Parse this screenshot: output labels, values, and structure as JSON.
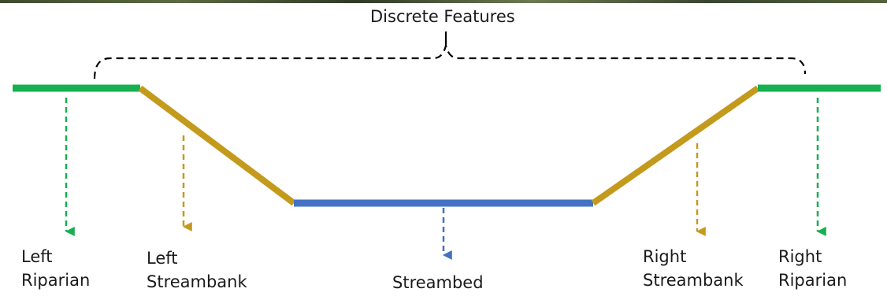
{
  "title": "Discrete Features",
  "features": {
    "left_riparian": {
      "line1": "Left",
      "line2": "Riparian"
    },
    "left_streambank": {
      "line1": "Left",
      "line2": "Streambank"
    },
    "streambed": {
      "line1": "Streambed"
    },
    "right_streambank": {
      "line1": "Right",
      "line2": "Streambank"
    },
    "right_riparian": {
      "line1": "Right",
      "line2": "Riparian"
    }
  },
  "colors": {
    "riparian": "#16b050",
    "streambank": "#c49a1d",
    "streambed": "#4472c4",
    "bracket": "#000000",
    "text": "#1a1a1a"
  }
}
